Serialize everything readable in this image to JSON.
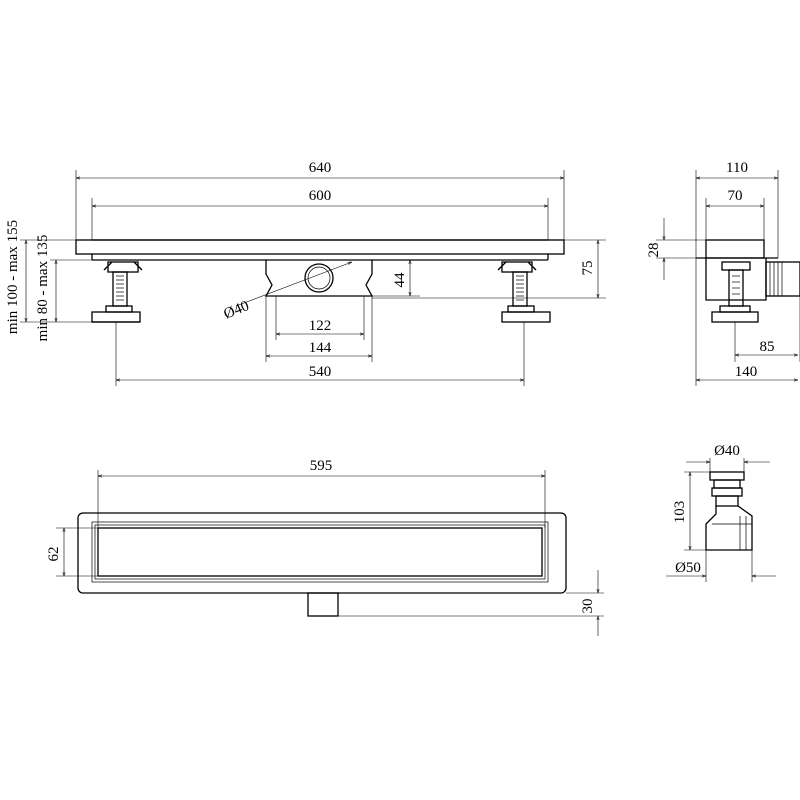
{
  "side_view": {
    "overall_length": "640",
    "grate_length": "600",
    "outlet_diameter": "Ø40",
    "body_height": "44",
    "total_height": "75",
    "outlet_box_inner": "122",
    "outlet_box_outer": "144",
    "feet_spacing": "540",
    "height_range_outer": "min 100 - max 155",
    "height_range_inner": "min 80 - max 135"
  },
  "end_view": {
    "overall_width": "110",
    "inner_width": "70",
    "channel_depth": "28",
    "outlet_offset": "85",
    "flange_width": "140"
  },
  "top_view": {
    "grate_length": "595",
    "grate_width": "62",
    "outlet_height": "30"
  },
  "outlet_detail": {
    "top_diameter": "Ø40",
    "height": "103",
    "bottom_diameter": "Ø50"
  }
}
